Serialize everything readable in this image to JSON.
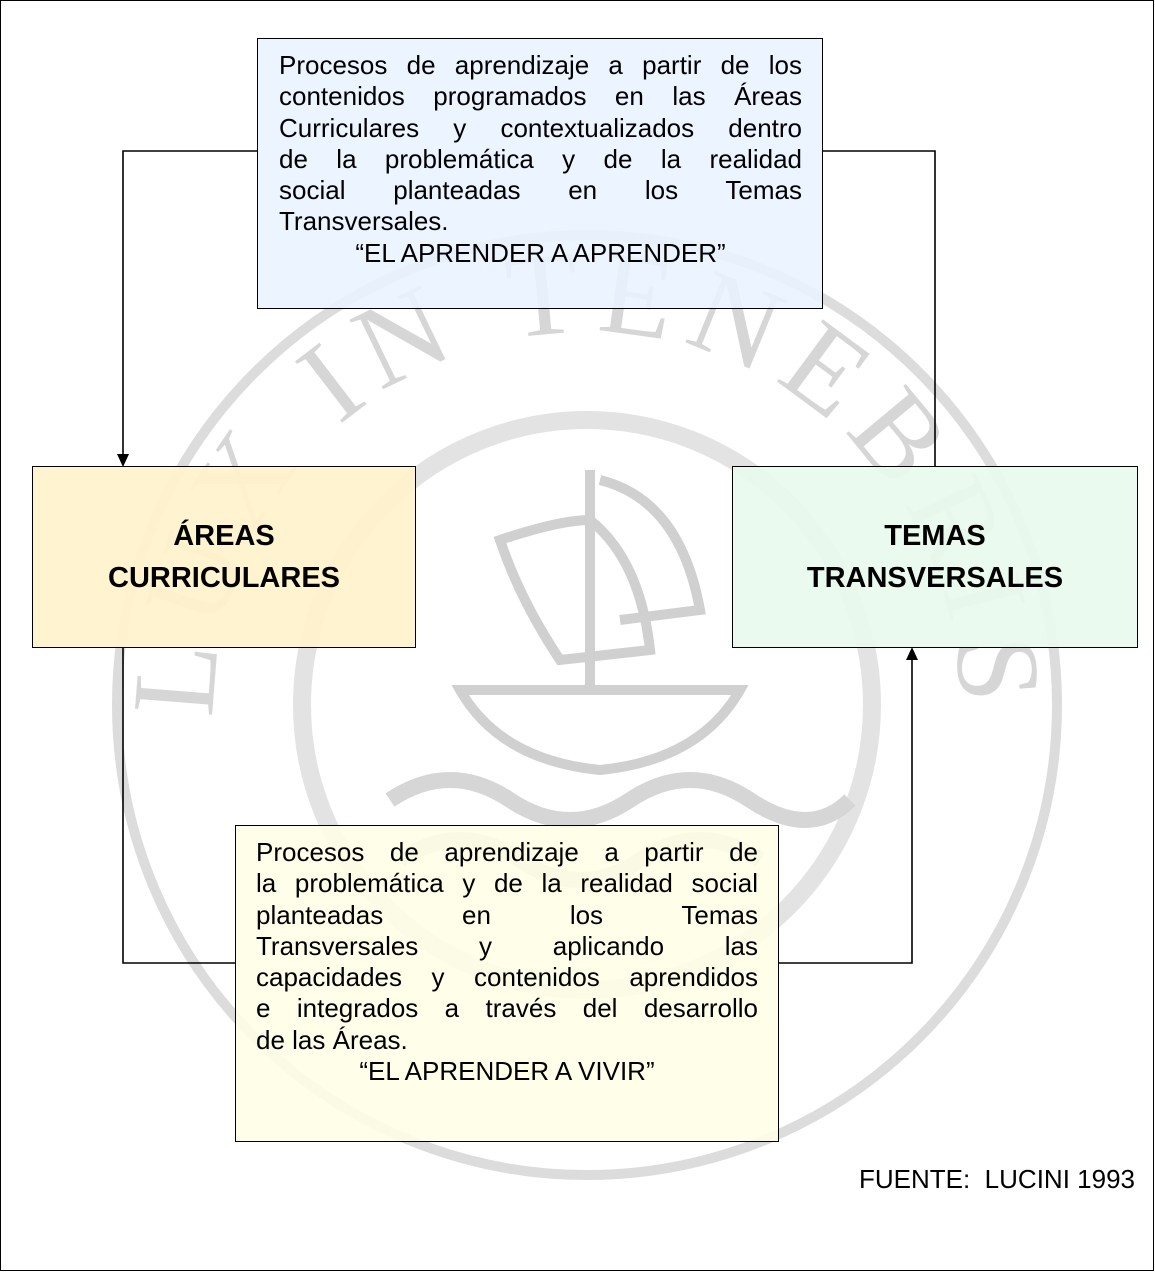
{
  "watermark": {
    "motto": "LUX IN TENEBRIS",
    "colors": {
      "outer": "#d9d9d9",
      "inner": "#e6e6e6",
      "motif": "#d3d3d3"
    }
  },
  "diagram": {
    "box_top": {
      "lines": [
        "Procesos de aprendizaje a partir de los",
        "contenidos programados en las Áreas",
        "Curriculares y contextualizados dentro",
        "de la problemática y de la realidad",
        "social planteadas en los Temas"
      ],
      "last_line": "Transversales.",
      "motto": "“EL APRENDER A APRENDER”",
      "fill": "#e8f2ff"
    },
    "box_areas": {
      "line1": "ÁREAS",
      "line2": "CURRICULARES",
      "fill": "#fff2cc"
    },
    "box_temas": {
      "line1": "TEMAS",
      "line2": "TRANSVERSALES",
      "fill": "#eafaed"
    },
    "box_bottom": {
      "lines": [
        "Procesos de aprendizaje a partir de",
        "la problemática y de la realidad social",
        "planteadas en los Temas",
        "Transversales y aplicando las",
        "capacidades y contenidos aprendidos",
        "e integrados a través del desarrollo"
      ],
      "last_line": "de las Áreas.",
      "motto": "“EL APRENDER A VIVIR”",
      "fill": "#ffffe6"
    },
    "source": "FUENTE:  LUCINI 1993"
  }
}
